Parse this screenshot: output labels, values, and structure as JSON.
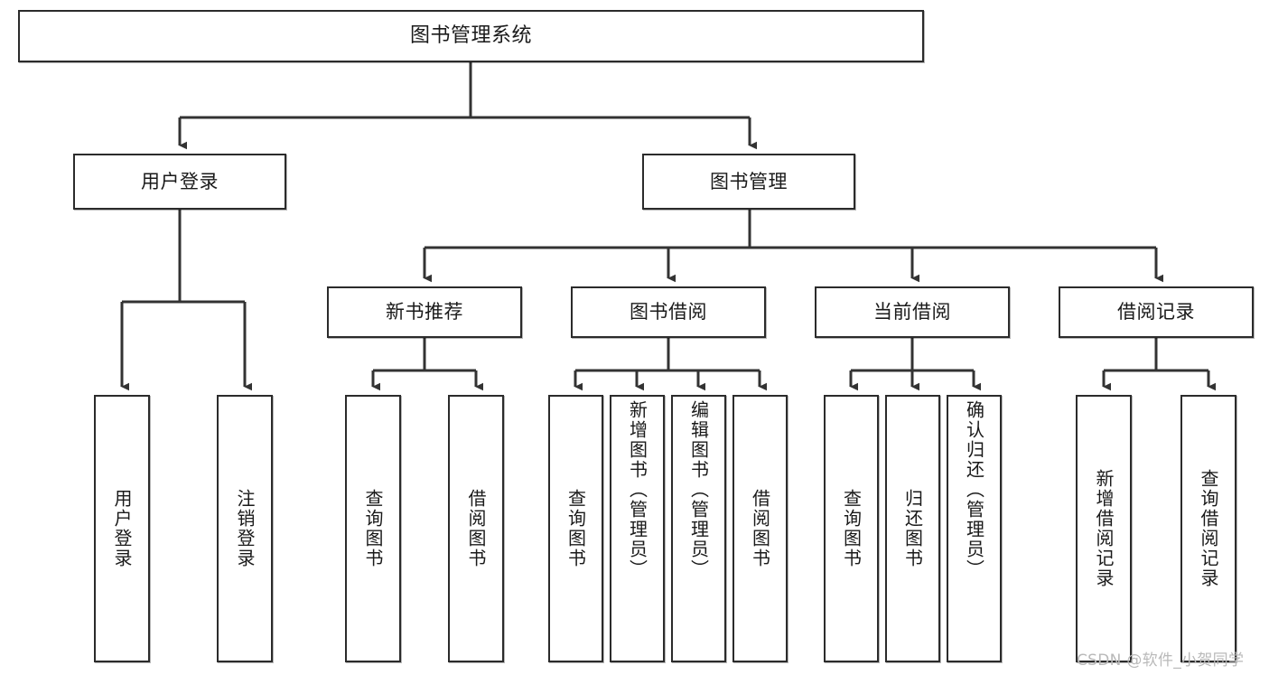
{
  "diagram": {
    "type": "tree",
    "title": "图书管理系统",
    "watermark": "CSDN @软件_小贺同学",
    "edge_style": "orthogonal-arrow",
    "colors": {
      "box_border": "#2b2b2b",
      "box_fill": "#ffffff",
      "line": "#333333",
      "text": "#1a1a1a",
      "watermark": "#b9b9b9"
    },
    "nodes": {
      "root": {
        "label": "图书管理系统"
      },
      "level2": [
        {
          "id": "user-login",
          "label": "用户登录"
        },
        {
          "id": "book-manage",
          "label": "图书管理"
        }
      ],
      "level3": [
        {
          "id": "new-book-rec",
          "label": "新书推荐"
        },
        {
          "id": "book-borrow",
          "label": "图书借阅"
        },
        {
          "id": "current-borrow",
          "label": "当前借阅"
        },
        {
          "id": "borrow-record",
          "label": "借阅记录"
        }
      ],
      "leaves": {
        "user-login": [
          {
            "id": "leaf-user-login",
            "label": "用户登录"
          },
          {
            "id": "leaf-logout",
            "label": "注销登录"
          }
        ],
        "new-book-rec": [
          {
            "id": "leaf-query-book-1",
            "label": "查询图书"
          },
          {
            "id": "leaf-borrow-book-1",
            "label": "借阅图书"
          }
        ],
        "book-borrow": [
          {
            "id": "leaf-query-book-2",
            "label": "查询图书"
          },
          {
            "id": "leaf-add-book",
            "label": "新增图书（管理员）"
          },
          {
            "id": "leaf-edit-book",
            "label": "编辑图书（管理员）"
          },
          {
            "id": "leaf-borrow-book-2",
            "label": "借阅图书"
          }
        ],
        "current-borrow": [
          {
            "id": "leaf-query-book-3",
            "label": "查询图书"
          },
          {
            "id": "leaf-return-book",
            "label": "归还图书"
          },
          {
            "id": "leaf-confirm-return",
            "label": "确认归还（管理员）"
          }
        ],
        "borrow-record": [
          {
            "id": "leaf-add-record",
            "label": "新增借阅记录"
          },
          {
            "id": "leaf-query-record",
            "label": "查询借阅记录"
          }
        ]
      }
    }
  }
}
